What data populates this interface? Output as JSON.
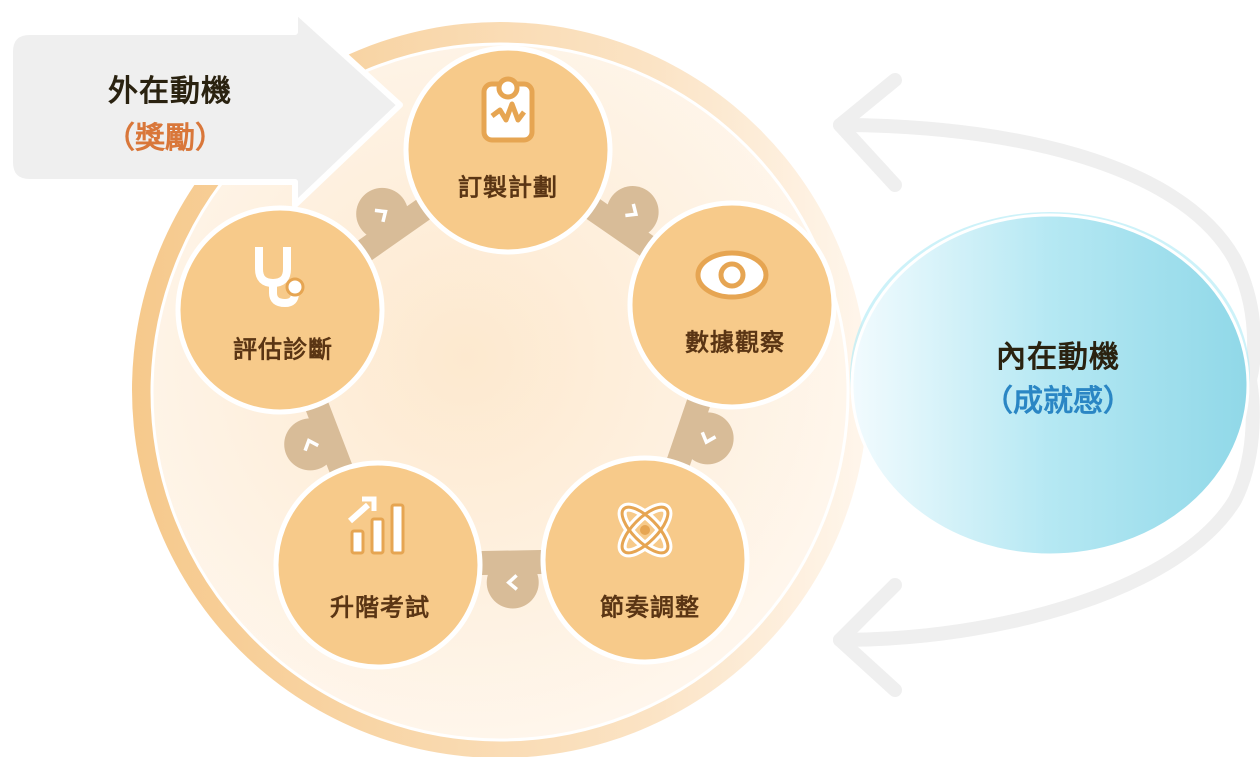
{
  "extrinsic": {
    "title": "外在動機",
    "subtitle": "（獎勵）"
  },
  "intrinsic": {
    "title": "內在動機",
    "subtitle": "（成就感）"
  },
  "cycle": [
    {
      "label": "訂製計劃",
      "icon": "clipboard-pulse-icon"
    },
    {
      "label": "數據觀察",
      "icon": "eye-icon"
    },
    {
      "label": "節奏調整",
      "icon": "atom-icon"
    },
    {
      "label": "升階考試",
      "icon": "bar-chart-up-icon"
    },
    {
      "label": "評估診斷",
      "icon": "stethoscope-icon"
    }
  ],
  "colors": {
    "node": "#f7ca8a",
    "ring": "#f6cf98",
    "connector": "#d8bc98",
    "intrinsic": "#9ddcea",
    "arrow": "#efefef",
    "icon": "#e6a552"
  }
}
